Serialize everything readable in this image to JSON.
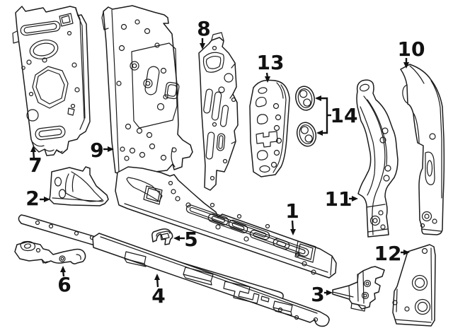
{
  "diagram": {
    "type": "exploded-parts-line-drawing",
    "background_color": "#ffffff",
    "line_color": "#1b1b1b",
    "label_color": "#111111"
  },
  "callouts": [
    {
      "label": "1"
    },
    {
      "label": "2"
    },
    {
      "label": "3"
    },
    {
      "label": "4"
    },
    {
      "label": "5"
    },
    {
      "label": "6"
    },
    {
      "label": "7"
    },
    {
      "label": "8"
    },
    {
      "label": "9"
    },
    {
      "label": "10"
    },
    {
      "label": "11"
    },
    {
      "label": "12"
    },
    {
      "label": "13"
    },
    {
      "label": "14"
    }
  ]
}
